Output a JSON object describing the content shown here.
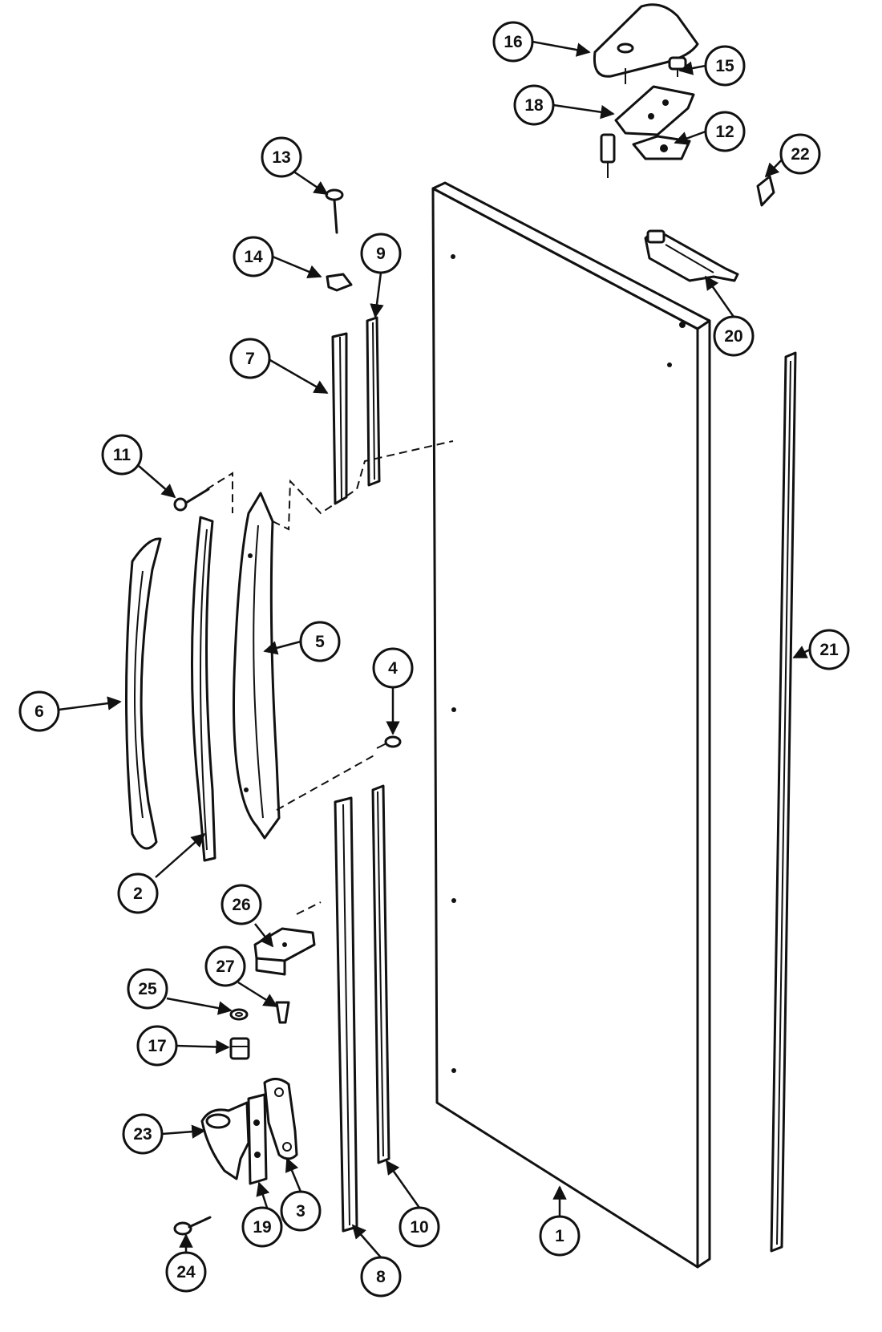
{
  "callouts": [
    {
      "id": "c1",
      "label": "1"
    },
    {
      "id": "c2",
      "label": "2"
    },
    {
      "id": "c3",
      "label": "3"
    },
    {
      "id": "c4",
      "label": "4"
    },
    {
      "id": "c5",
      "label": "5"
    },
    {
      "id": "c6",
      "label": "6"
    },
    {
      "id": "c7",
      "label": "7"
    },
    {
      "id": "c8",
      "label": "8"
    },
    {
      "id": "c9",
      "label": "9"
    },
    {
      "id": "c10",
      "label": "10"
    },
    {
      "id": "c11",
      "label": "11"
    },
    {
      "id": "c12",
      "label": "12"
    },
    {
      "id": "c13",
      "label": "13"
    },
    {
      "id": "c14",
      "label": "14"
    },
    {
      "id": "c15",
      "label": "15"
    },
    {
      "id": "c16",
      "label": "16"
    },
    {
      "id": "c17",
      "label": "17"
    },
    {
      "id": "c18",
      "label": "18"
    },
    {
      "id": "c19",
      "label": "19"
    },
    {
      "id": "c20",
      "label": "20"
    },
    {
      "id": "c21",
      "label": "21"
    },
    {
      "id": "c22",
      "label": "22"
    },
    {
      "id": "c23",
      "label": "23"
    },
    {
      "id": "c24",
      "label": "24"
    },
    {
      "id": "c25",
      "label": "25"
    },
    {
      "id": "c26",
      "label": "26"
    },
    {
      "id": "c27",
      "label": "27"
    }
  ]
}
